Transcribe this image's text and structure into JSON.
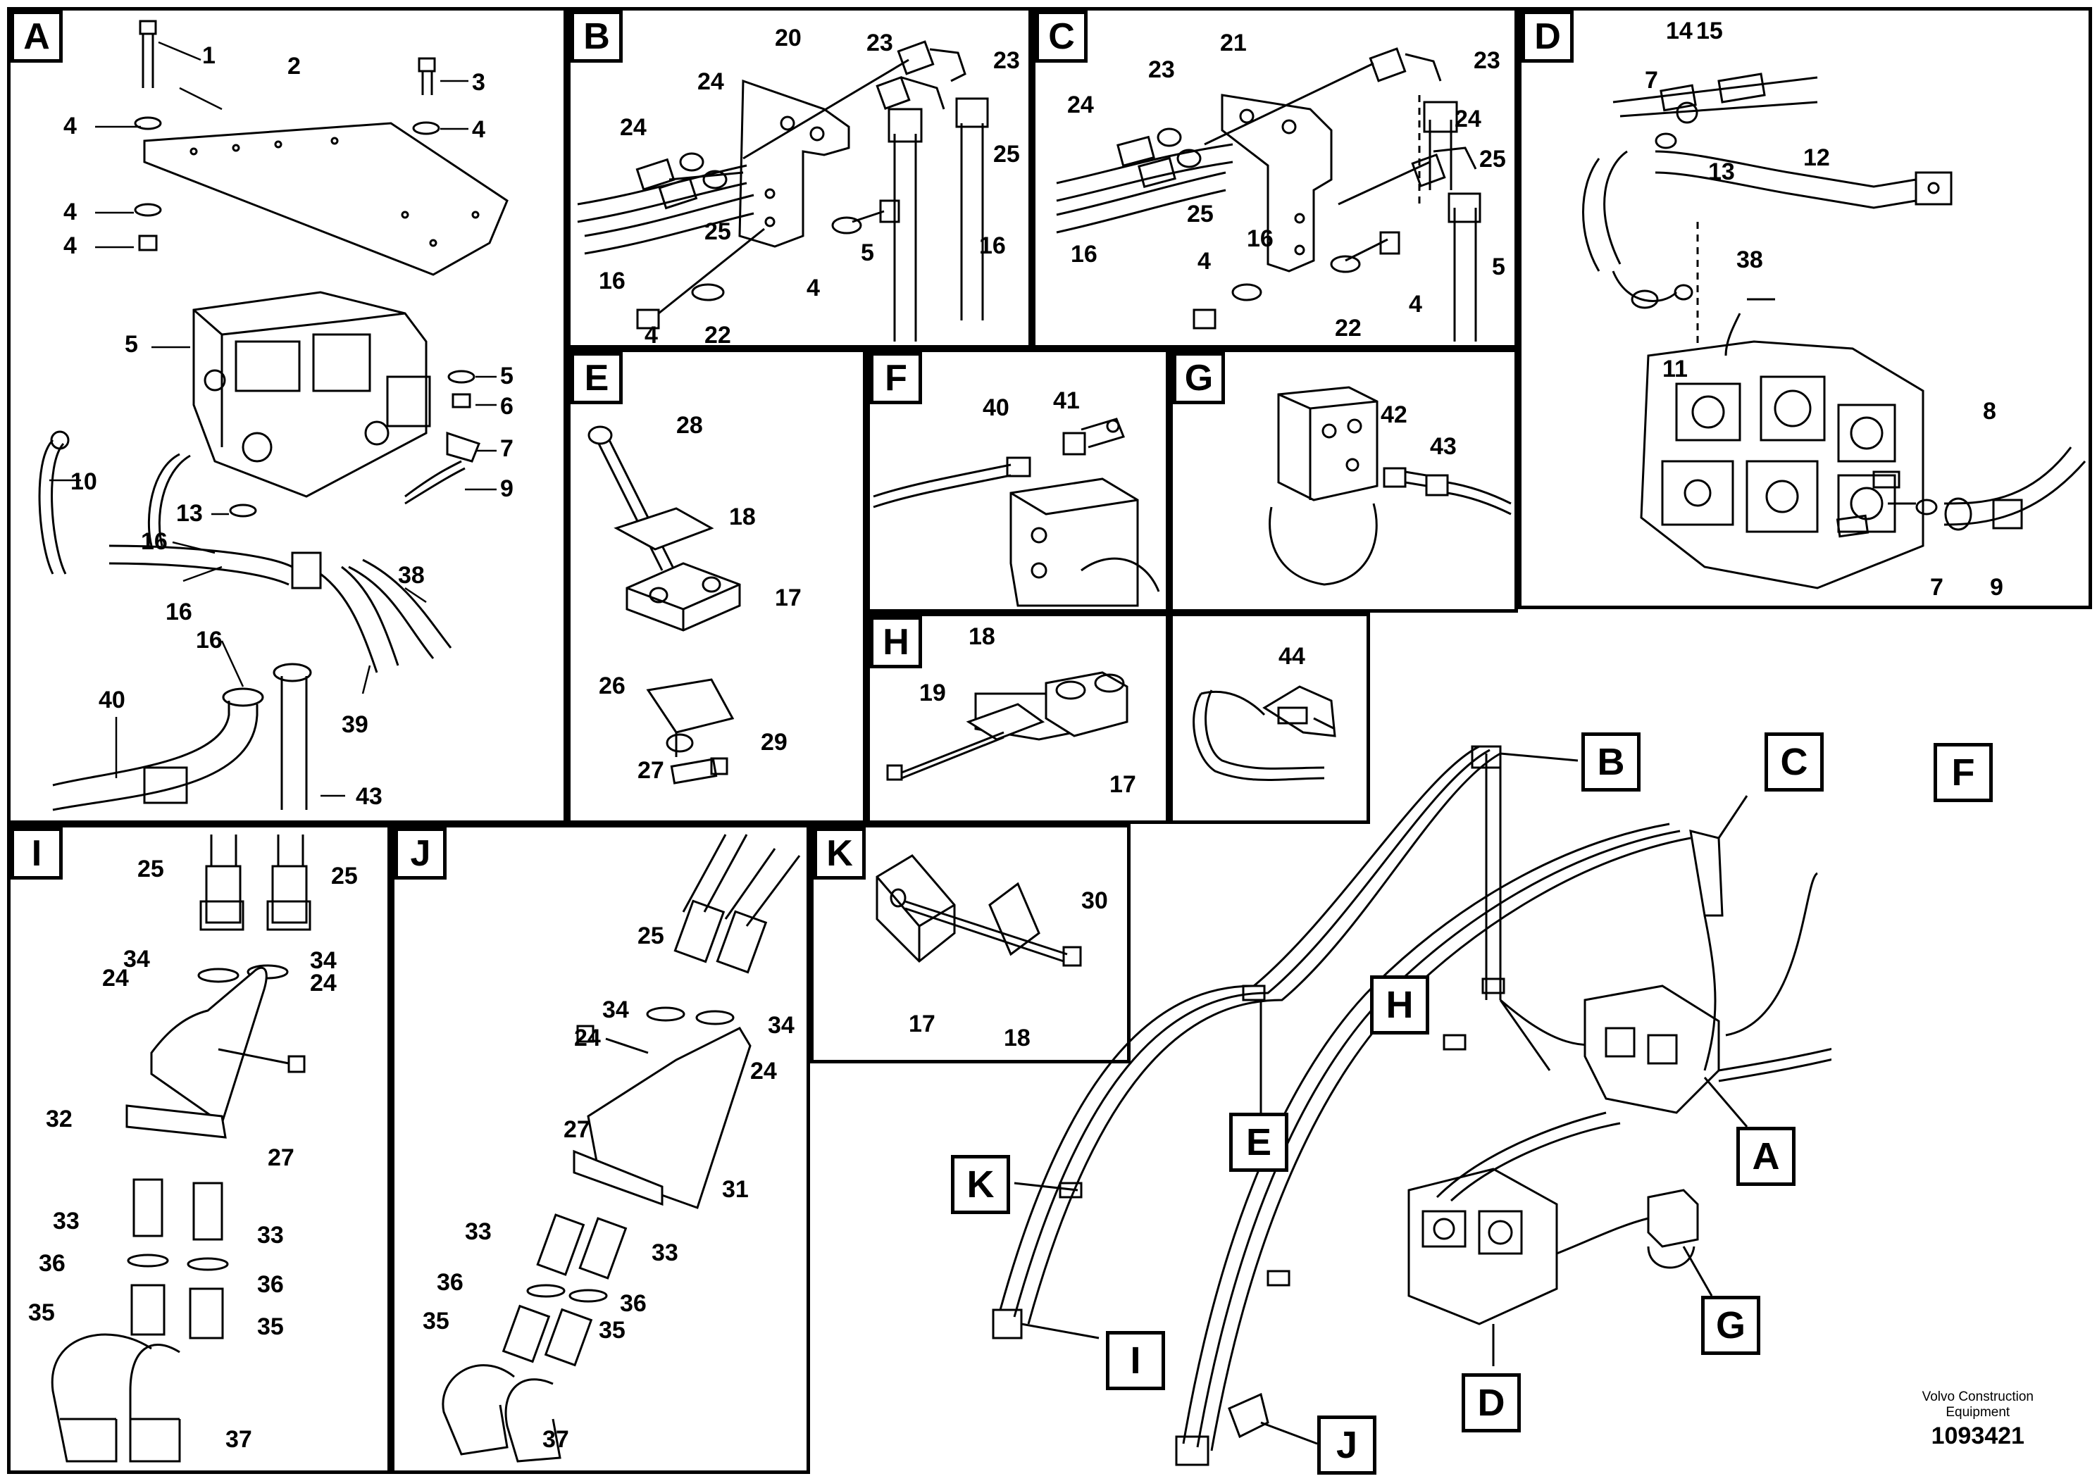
{
  "panels": {
    "A": {
      "label": "A",
      "parts": [
        "1",
        "2",
        "3",
        "4",
        "4",
        "4",
        "4",
        "5",
        "5",
        "6",
        "7",
        "9",
        "10",
        "13",
        "16",
        "16",
        "16",
        "38",
        "39",
        "40",
        "43"
      ]
    },
    "B": {
      "label": "B",
      "parts": [
        "20",
        "23",
        "23",
        "24",
        "24",
        "25",
        "25",
        "16",
        "16",
        "5",
        "4",
        "4",
        "22"
      ]
    },
    "C": {
      "label": "C",
      "parts": [
        "21",
        "23",
        "23",
        "24",
        "24",
        "25",
        "25",
        "16",
        "16",
        "5",
        "4",
        "4",
        "22"
      ]
    },
    "D": {
      "label": "D",
      "parts": [
        "14",
        "15",
        "7",
        "12",
        "13",
        "38",
        "11",
        "8",
        "7",
        "9"
      ]
    },
    "E": {
      "label": "E",
      "parts": [
        "28",
        "18",
        "17",
        "26",
        "29",
        "27"
      ]
    },
    "F": {
      "label": "F",
      "parts": [
        "40",
        "41"
      ]
    },
    "G": {
      "label": "G",
      "parts": [
        "42",
        "43"
      ]
    },
    "H": {
      "label": "H",
      "parts": [
        "18",
        "19",
        "17"
      ]
    },
    "H2": {
      "label": "",
      "parts": [
        "44"
      ]
    },
    "I": {
      "label": "I",
      "parts": [
        "25",
        "25",
        "34",
        "34",
        "24",
        "24",
        "32",
        "27",
        "33",
        "33",
        "36",
        "36",
        "35",
        "35",
        "37"
      ]
    },
    "J": {
      "label": "J",
      "parts": [
        "25",
        "34",
        "34",
        "24",
        "24",
        "27",
        "31",
        "33",
        "33",
        "36",
        "36",
        "35",
        "35",
        "37"
      ]
    },
    "K": {
      "label": "K",
      "parts": [
        "30",
        "17",
        "18"
      ]
    }
  },
  "overview_callouts": [
    "B",
    "C",
    "F",
    "H",
    "E",
    "A",
    "K",
    "G",
    "D",
    "I",
    "J"
  ],
  "footer": {
    "brand_line1": "Volvo Construction",
    "brand_line2": "Equipment",
    "doc_number": "1093421"
  }
}
